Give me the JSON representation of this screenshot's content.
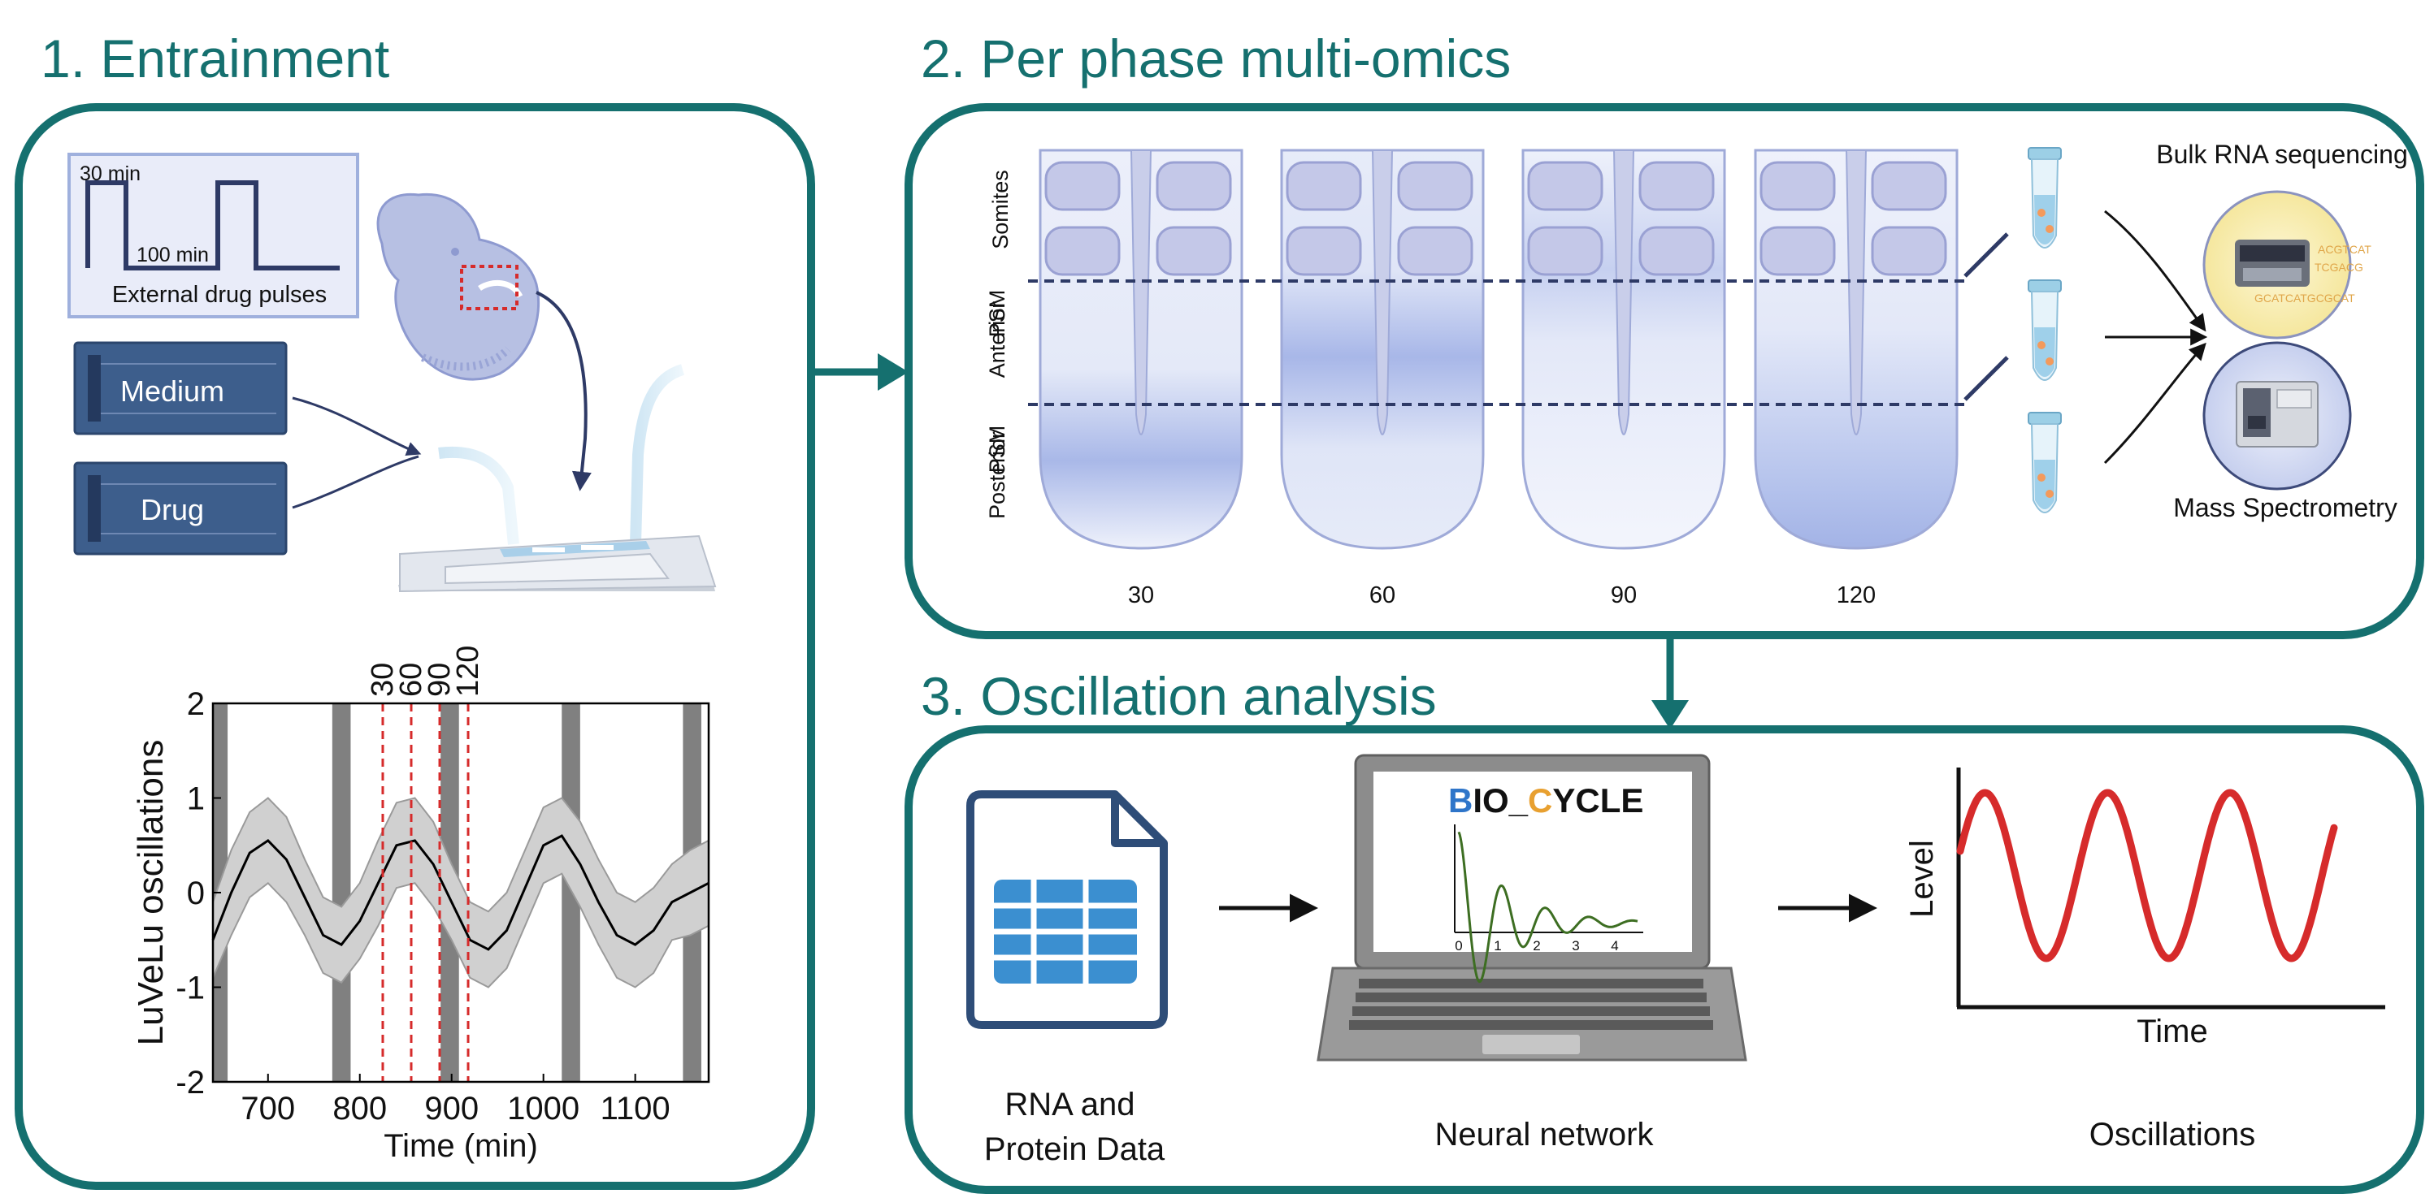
{
  "sections": {
    "entrainment": {
      "title": "1. Entrainment"
    },
    "multiomics": {
      "title": "2. Per phase multi-omics"
    },
    "oscillation": {
      "title": "3. Oscillation analysis"
    }
  },
  "entrainment": {
    "pulse_box": {
      "label_30": "30 min",
      "label_100": "100 min",
      "caption": "External drug pulses"
    },
    "syringes": {
      "medium": "Medium",
      "drug": "Drug"
    }
  },
  "chart_data": {
    "type": "line",
    "xlabel": "Time (min)",
    "ylabel": "LuVeLu oscillations",
    "xlim": [
      640,
      1180
    ],
    "ylim": [
      -2,
      2
    ],
    "xticks": [
      700,
      800,
      900,
      1000,
      1100
    ],
    "yticks": [
      -2,
      -1,
      0,
      1,
      2
    ],
    "x": [
      640,
      660,
      680,
      700,
      720,
      740,
      760,
      780,
      800,
      820,
      840,
      860,
      880,
      900,
      920,
      940,
      960,
      980,
      1000,
      1020,
      1040,
      1060,
      1080,
      1100,
      1120,
      1140,
      1160,
      1180
    ],
    "mean": [
      -0.5,
      0.0,
      0.42,
      0.55,
      0.35,
      -0.05,
      -0.45,
      -0.55,
      -0.3,
      0.1,
      0.5,
      0.55,
      0.3,
      -0.1,
      -0.5,
      -0.6,
      -0.4,
      0.05,
      0.5,
      0.6,
      0.3,
      -0.1,
      -0.45,
      -0.55,
      -0.4,
      -0.1,
      0.0,
      0.1
    ],
    "band_upper": [
      -0.1,
      0.45,
      0.85,
      1.0,
      0.8,
      0.35,
      -0.05,
      -0.15,
      0.1,
      0.55,
      0.95,
      1.0,
      0.75,
      0.3,
      -0.1,
      -0.2,
      0.0,
      0.45,
      0.9,
      1.0,
      0.75,
      0.35,
      0.0,
      -0.1,
      0.05,
      0.3,
      0.45,
      0.55
    ],
    "band_lower": [
      -0.9,
      -0.45,
      -0.05,
      0.1,
      -0.1,
      -0.45,
      -0.85,
      -0.95,
      -0.7,
      -0.35,
      0.05,
      0.1,
      -0.15,
      -0.5,
      -0.9,
      -1.0,
      -0.8,
      -0.35,
      0.1,
      0.2,
      -0.15,
      -0.55,
      -0.9,
      -1.0,
      -0.85,
      -0.5,
      -0.45,
      -0.35
    ],
    "pulses": [
      [
        640,
        656
      ],
      [
        770,
        790
      ],
      [
        888,
        908
      ],
      [
        1020,
        1040
      ],
      [
        1152,
        1172
      ]
    ],
    "phase_lines": [
      {
        "x": 825,
        "label": "30"
      },
      {
        "x": 856,
        "label": "60"
      },
      {
        "x": 887,
        "label": "90"
      },
      {
        "x": 918,
        "label": "120"
      }
    ],
    "grid": false
  },
  "multiomics": {
    "region_labels": {
      "somites": "Somites",
      "anterior": "Anterior PSM",
      "posterior": "Posterior PSM"
    },
    "phases": [
      "30",
      "60",
      "90",
      "120"
    ],
    "outputs": {
      "rna": "Bulk RNA sequencing",
      "ms": "Mass Spectrometry"
    }
  },
  "oscillation": {
    "input_label": "RNA and Protein Data",
    "network_label": "Neural network",
    "output_label": "Oscillations",
    "biocycle": {
      "b": "B",
      "io": "IO_",
      "c": "C",
      "ycle": "YCLE"
    },
    "mini_chart_ticks": [
      "0",
      "1",
      "2",
      "3",
      "4"
    ],
    "level_axis": "Level",
    "time_axis": "Time"
  },
  "colors": {
    "teal": "#15706f",
    "navy": "#2e4d78",
    "red": "#d62b2b",
    "gray_pulse": "#808080",
    "tissue_blue": "#a7b4e0"
  }
}
